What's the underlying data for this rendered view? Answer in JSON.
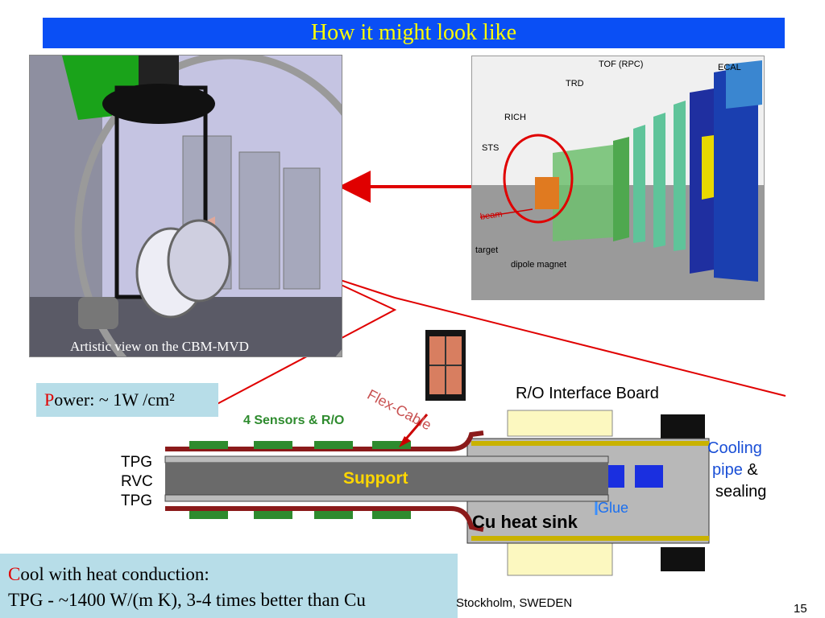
{
  "slide": {
    "title": "How it might look like",
    "caption": "Artistic view on the CBM-MVD",
    "power": {
      "first": "P",
      "rest": "ower: ~ 1W /cm²"
    },
    "cool": {
      "first": "C",
      "rest": "ool with heat conduction:",
      "line2": "TPG - ~1400 W/(m K), 3-4 times better than Cu"
    },
    "footer": "Stockholm, SWEDEN",
    "page_number": "15"
  },
  "detector": {
    "labels": {
      "tof": "TOF (RPC)",
      "ecal": "ECAL",
      "trd": "TRD",
      "rich": "RICH",
      "sts": "STS",
      "beam": "beam",
      "target": "target",
      "dipole": "dipole magnet"
    }
  },
  "diagram": {
    "ro_board": "R/O Interface Board",
    "flex_cable": "Flex-Cable",
    "sensors": "4 Sensors & R/O",
    "tpg_top": "TPG",
    "rvc": "RVC",
    "tpg_bottom": "TPG",
    "support": "Support",
    "glue": "Glue",
    "heat_sink": "Cu heat sink",
    "cooling": "Cooling",
    "pipe": "pipe",
    "amp": "&",
    "sealing": "sealing"
  },
  "colors": {
    "title_bg": "#0a4ff5",
    "title_text": "#ffff00",
    "box_bg": "#b7dde8",
    "accent_red": "#e00000",
    "sensor_green": "#2e8b2e",
    "cable_red": "#8b1a1a",
    "cooling_blue": "#1a4fd6"
  }
}
